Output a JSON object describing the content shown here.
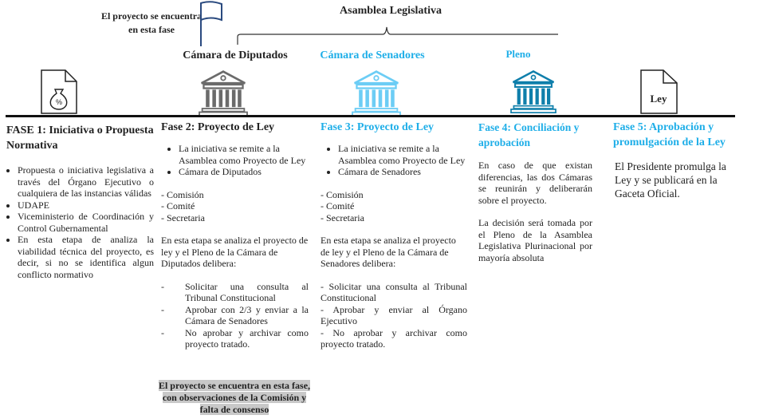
{
  "header": {
    "flag_caption": "El proyecto se encuentra en esta fase",
    "bracket_label": "Asamblea Legislativa",
    "chambers": [
      "Cámara de Diputados",
      "Cámara de Senadores",
      "Pleno"
    ]
  },
  "colors": {
    "accent": "#1eaee8",
    "pleno_icon": "#0f7fab",
    "senadores_icon": "#6ccdf5",
    "diputados_icon": "#6b6b6b",
    "flag": "#2a4a7f",
    "highlight": "#c8c8c8"
  },
  "icons": {
    "fase1": "money-bag-document-icon",
    "fase5": "law-document-icon",
    "fase5_label": "Ley"
  },
  "phases": [
    {
      "title": "FASE 1: Iniciativa o Propuesta Normativa",
      "bullets": [
        "Propuesta o iniciativa legislativa a través del Órgano Ejecutivo o cualquiera de las instancias válidas",
        "UDAPE",
        "Viceministerio de Coordinación y Control Gubernamental",
        "En esta etapa de analiza la viabilidad técnica del proyecto, es decir, si no se identifica algun conflicto normativo"
      ]
    },
    {
      "title": "Fase 2: Proyecto de Ley",
      "bullets": [
        "La iniciativa se remite a la Asamblea como Proyecto de Ley",
        "Cámara de Diputados"
      ],
      "steps": [
        "- Comisión",
        "- Comité",
        "- Secretaria"
      ],
      "paragraph": "En esta etapa se analiza el proyecto de ley y el Pleno de la Cámara de Diputados delibera:",
      "options": [
        "Solicitar una consulta al Tribunal Constitucional",
        "Aprobar con 2/3 y enviar a la Cámara de Senadores",
        "No aprobar y archivar como proyecto tratado."
      ],
      "status_note": "El proyecto se encuentra en esta fase, con observaciones de la Comisión y falta de consenso"
    },
    {
      "title": "Fase 3: Proyecto de Ley",
      "bullets": [
        "La iniciativa se remite a la Asamblea como Proyecto de Ley",
        "Cámara de Senadores"
      ],
      "steps": [
        "- Comisión",
        "- Comité",
        "- Secretaria"
      ],
      "paragraph": "En esta etapa se analiza el proyecto de ley y el Pleno de la Cámara de Senadores delibera:",
      "options": [
        "- Solicitar una consulta al Tribunal Constitucional",
        "- Aprobar y enviar al Órgano Ejecutivo",
        "- No aprobar y archivar como proyecto tratado."
      ]
    },
    {
      "title": "Fase 4: Conciliación y aprobación",
      "paragraphs": [
        "En caso de que existan diferencias, las dos Cámaras se reunirán y deliberarán sobre el proyecto.",
        "La decisión será tomada por el Pleno de la Asamblea Legislativa Plurinacional por mayoría absoluta"
      ]
    },
    {
      "title": "Fase 5: Aprobación y promulgación de la Ley",
      "paragraph": "El Presidente promulga la Ley y se publicará en la Gaceta Oficial."
    }
  ]
}
